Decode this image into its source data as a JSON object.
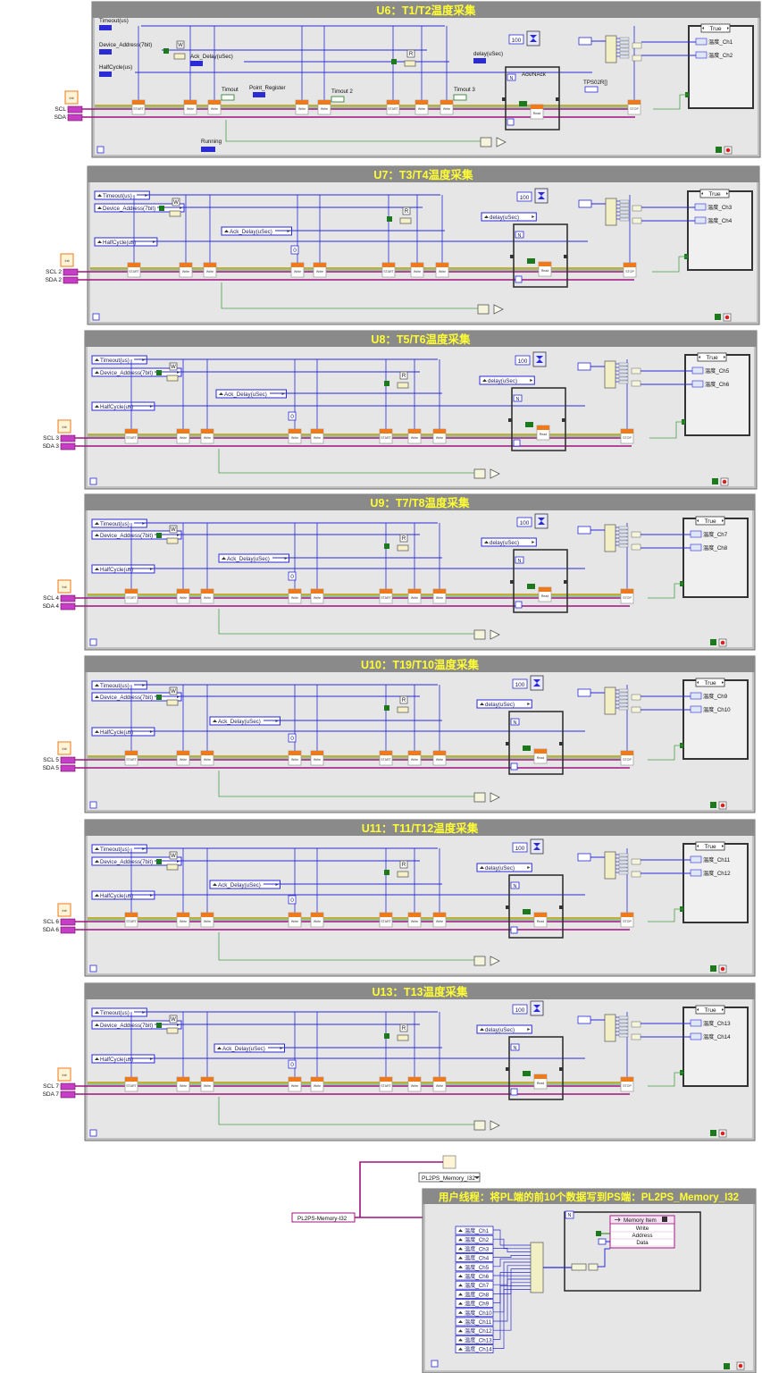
{
  "colors": {
    "frame_bg": "#e6e6e6",
    "frame_title_bg": "#8a8a8a",
    "frame_title_text": "#ffff33",
    "wire_blue": "#2a2ad6",
    "wire_purple": "#a0117f",
    "wire_yellow": "#b89c00",
    "wire_green": "#46a046",
    "vi_orange": "#f07a1a",
    "terminal_pink": "#c63dc6",
    "bool_green": "#1c7a1c",
    "stop_red": "#e02020"
  },
  "panels": [
    {
      "title": "U6：T1/T2温度采集",
      "scl": "SCL",
      "sda": "SDA",
      "style": "plain",
      "labels": [
        "Timeout(us)",
        "Device_Address(7bit)",
        "Ack_Delay(uSec)",
        "HalfCycle(us)",
        "Running",
        "Point_Register",
        "Timout",
        "Timout 2",
        "Timout 3",
        "TPS02R[]",
        "delay(uSec)",
        "Ack/NAck"
      ],
      "const_100": "100",
      "case_label": "True",
      "outputs": [
        "温度_Ch1",
        "温度_Ch2"
      ],
      "w_label": "W",
      "r_label": "R"
    },
    {
      "title": "U7：T3/T4温度采集",
      "scl": "SCL 2",
      "sda": "SDA 2",
      "style": "local",
      "labels": [
        "Timeout(us)",
        "Device_Address(7bit)",
        "Ack_Delay(uSec)",
        "HalfCycle(us)",
        "delay(uSec)"
      ],
      "const_100": "100",
      "zero": "0",
      "case_label": "True",
      "outputs": [
        "温度_Ch3",
        "温度_Ch4"
      ],
      "w_label": "W",
      "r_label": "R"
    },
    {
      "title": "U8：T5/T6温度采集",
      "scl": "SCL 3",
      "sda": "SDA 3",
      "style": "local",
      "labels": [
        "Timeout(us)",
        "Device_Address(7bit)",
        "Ack_Delay(uSec)",
        "HalfCycle(us)",
        "delay(uSec)"
      ],
      "const_100": "100",
      "zero": "0",
      "case_label": "True",
      "outputs": [
        "温度_Ch5",
        "温度_Ch6"
      ],
      "w_label": "W",
      "r_label": "R"
    },
    {
      "title": "U9：T7/T8温度采集",
      "scl": "SCL 4",
      "sda": "SDA 4",
      "style": "local",
      "labels": [
        "Timeout(us)",
        "Device_Address(7bit)",
        "Ack_Delay(uSec)",
        "HalfCycle(us)",
        "delay(uSec)"
      ],
      "const_100": "100",
      "zero": "0",
      "case_label": "True",
      "outputs": [
        "温度_Ch7",
        "温度_Ch8"
      ],
      "w_label": "W",
      "r_label": "R"
    },
    {
      "title": "U10：T19/T10温度采集",
      "scl": "SCL 5",
      "sda": "SDA 5",
      "style": "local",
      "labels": [
        "Timeout(us)",
        "Device_Address(7bit)",
        "Ack_Delay(uSec)",
        "HalfCycle(us)",
        "delay(uSec)"
      ],
      "const_100": "100",
      "zero": "0",
      "case_label": "True",
      "outputs": [
        "温度_Ch9",
        "温度_Ch10"
      ],
      "w_label": "W",
      "r_label": "R"
    },
    {
      "title": "U11：T11/T12温度采集",
      "scl": "SCL 6",
      "sda": "SDA 6",
      "style": "local",
      "labels": [
        "Timeout(us)",
        "Device_Address(7bit)",
        "Ack_Delay(uSec)",
        "HalfCycle(us)",
        "delay(uSec)"
      ],
      "const_100": "100",
      "zero": "0",
      "case_label": "True",
      "outputs": [
        "温度_Ch11",
        "温度_Ch12"
      ],
      "w_label": "W",
      "r_label": "R"
    },
    {
      "title": "U13：T13温度采集",
      "scl": "SCL 7",
      "sda": "SDA 7",
      "style": "local",
      "labels": [
        "Timeout(us)",
        "Device_Address(7bit)",
        "Ack_Delay(uSec)",
        "HalfCycle(us)",
        "delay(uSec)"
      ],
      "const_100": "100",
      "zero": "0",
      "case_label": "True",
      "outputs": [
        "温度_Ch13",
        "温度_Ch14"
      ],
      "w_label": "W",
      "r_label": "R"
    }
  ],
  "vi_labels": {
    "init": "Init",
    "start": "START",
    "write": "Write",
    "stop": "STOP",
    "read": "Read"
  },
  "user_thread": {
    "title": "用户线程：将PL端的前10个数据写到PS端：PL2PS_Memory_I32",
    "memory_ref": "PL2PS-Memory-I32",
    "memory_selector": "PL2PS_Memory_I32",
    "n_label": "N",
    "memory_item": "Memory Item",
    "fields": [
      "Write",
      "Address",
      "Data"
    ],
    "inputs": [
      "温度_Ch1",
      "温度_Ch2",
      "温度_Ch3",
      "温度_Ch4",
      "温度_Ch5",
      "温度_Ch6",
      "温度_Ch7",
      "温度_Ch8",
      "温度_Ch9",
      "温度_Ch10",
      "温度_Ch11",
      "温度_Ch12",
      "温度_Ch13",
      "温度_Ch14"
    ]
  }
}
